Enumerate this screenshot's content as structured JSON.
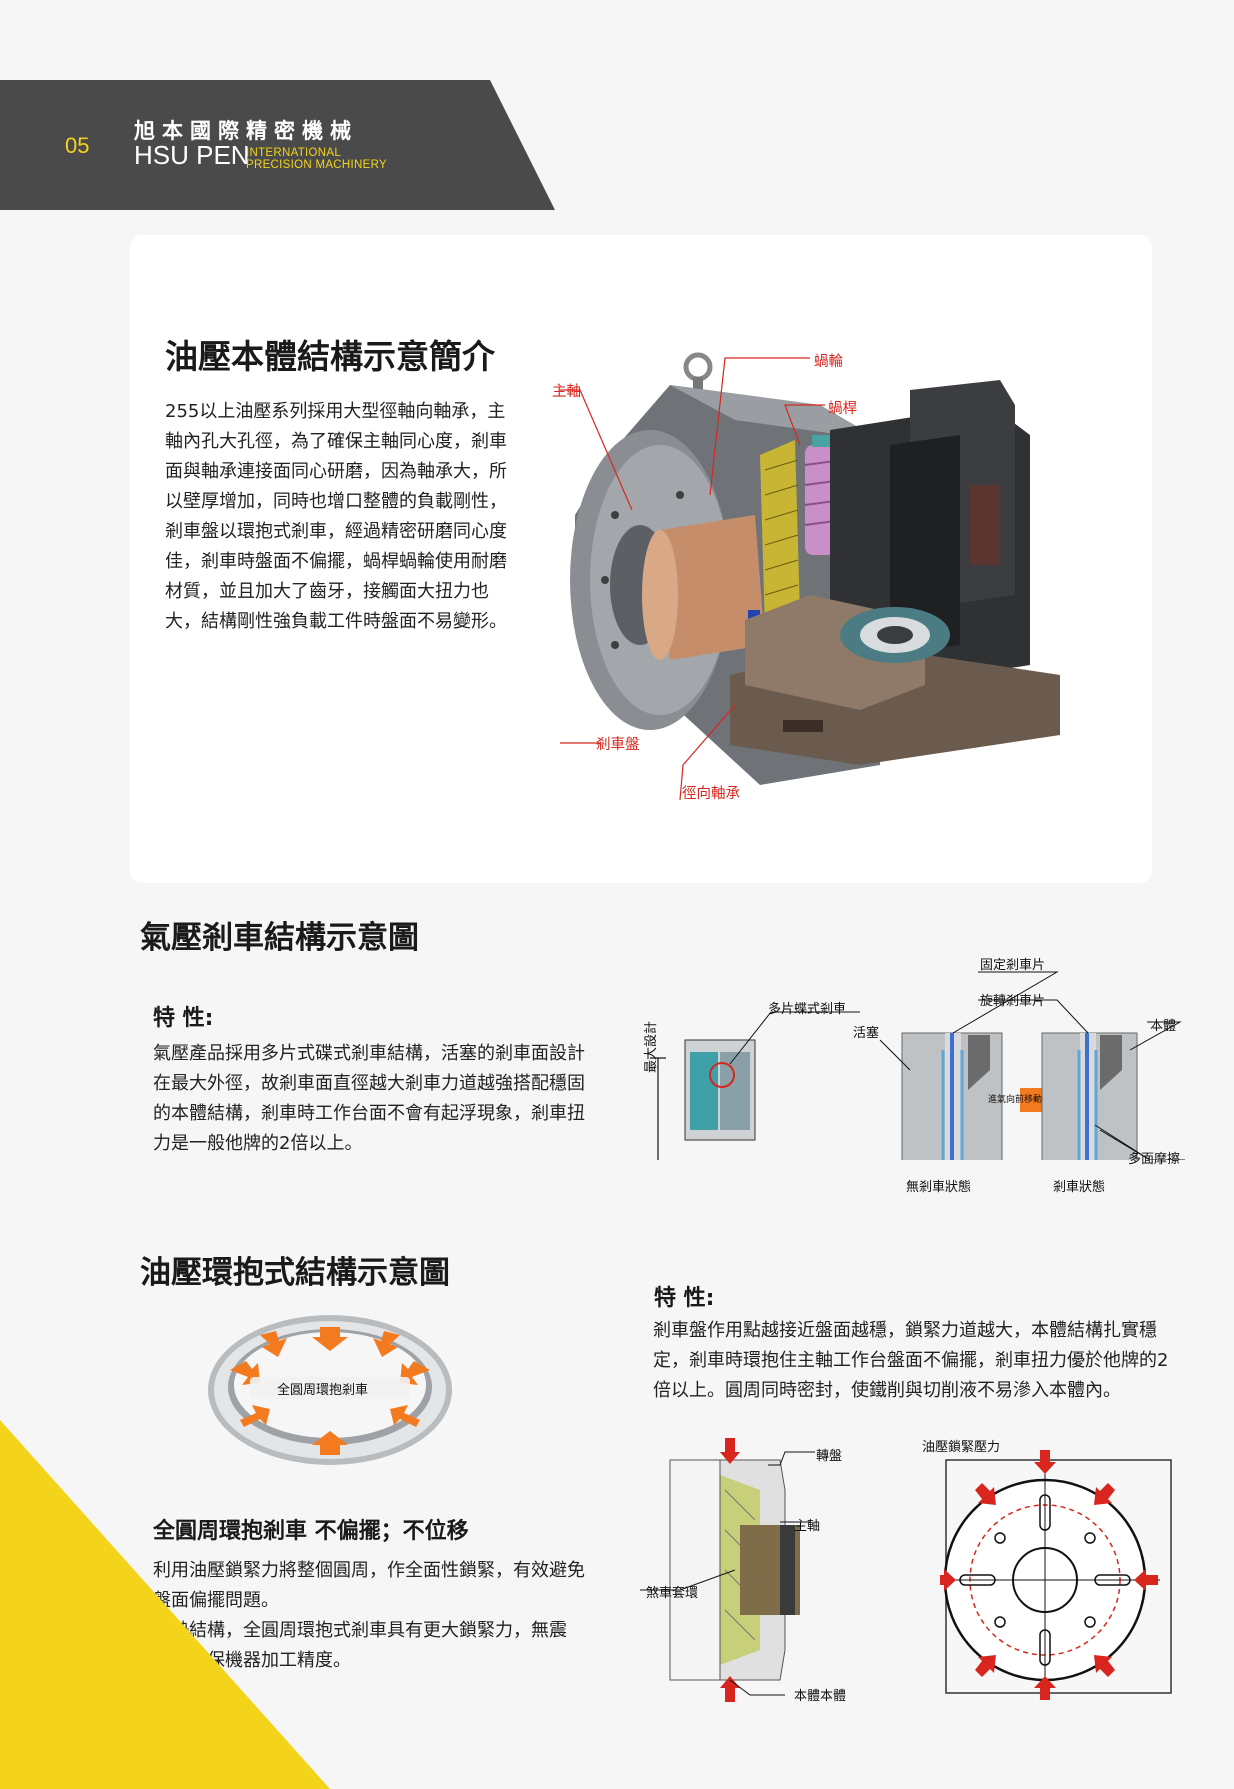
{
  "header": {
    "page_number": "05",
    "brand_zh": "旭本國際精密機械",
    "brand_en": "HSU PEN",
    "brand_sub_line1": "INTERNATIONAL",
    "brand_sub_line2": "PRECISION MACHINERY"
  },
  "section1": {
    "title": "油壓本體結構示意簡介",
    "paragraph": "255以上油壓系列採用大型徑軸向軸承，主軸內孔大孔徑，為了確保主軸同心度，剎車面與軸承連接面同心研磨，因為軸承大，所以壁厚增加，同時也增口整體的負載剛性，剎車盤以環抱式剎車，經過精密研磨同心度佳，剎車時盤面不偏擺，蝸桿蝸輪使用耐磨材質，並且加大了齒牙，接觸面大扭力也大，結構剛性強負載工件時盤面不易變形。",
    "labels": {
      "spindle": "主軸",
      "worm_wheel": "蝸輪",
      "worm": "蝸桿",
      "brake_disc": "剎車盤",
      "radial_bearing": "徑向軸承"
    }
  },
  "section2": {
    "title": "氣壓剎車結構示意圖",
    "feature_heading": "特 性:",
    "paragraph": "氣壓產品採用多片式碟式剎車結構，活塞的剎車面設計在最大外徑，故剎車面直徑越大剎車力道越強搭配穩固的本體結構，剎車時工作台面不會有起浮現象，剎車扭力是一般他牌的2倍以上。",
    "labels": {
      "max_design": "最大設計",
      "multi_disc": "多片蝶式剎車",
      "piston": "活塞",
      "fixed_plate": "固定剎車片",
      "rotating_plate": "旋轉剎車片",
      "body": "本體",
      "air_forward": "進氣向前移動",
      "multi_friction": "多面摩擦",
      "no_brake_state": "無剎車狀態",
      "brake_state": "剎車狀態"
    }
  },
  "section3": {
    "title": "油壓環抱式結構示意圖",
    "ring_label": "全圓周環抱剎車",
    "subheading": "全圓周環抱剎車 不偏擺；不位移",
    "paragraph1": "利用油壓鎖緊力將整個圓周，作全面性鎖緊，有效避免盤面偏擺問題。",
    "paragraph2": "優勢結構，全圓周環抱式剎車具有更大鎖緊力，無震動，確保機器加工精度。",
    "feature_heading": "特 性:",
    "feature_paragraph": "剎車盤作用點越接近盤面越穩，鎖緊力道越大，本體結構扎實穩定，剎車時環抱住主軸工作台盤面不偏擺，剎車扭力優於他牌的2倍以上。圓周同時密封，使鐵削與切削液不易滲入本體內。",
    "labels": {
      "turntable": "轉盤",
      "spindle": "主軸",
      "brake_sleeve": "煞車套環",
      "body": "本體本體",
      "hydraulic_pressure": "油壓鎖緊壓力"
    }
  },
  "colors": {
    "header_band": "#4a4a4a",
    "accent_yellow": "#f3d41b",
    "label_red": "#d8261e",
    "arrow_orange": "#f47a20"
  }
}
